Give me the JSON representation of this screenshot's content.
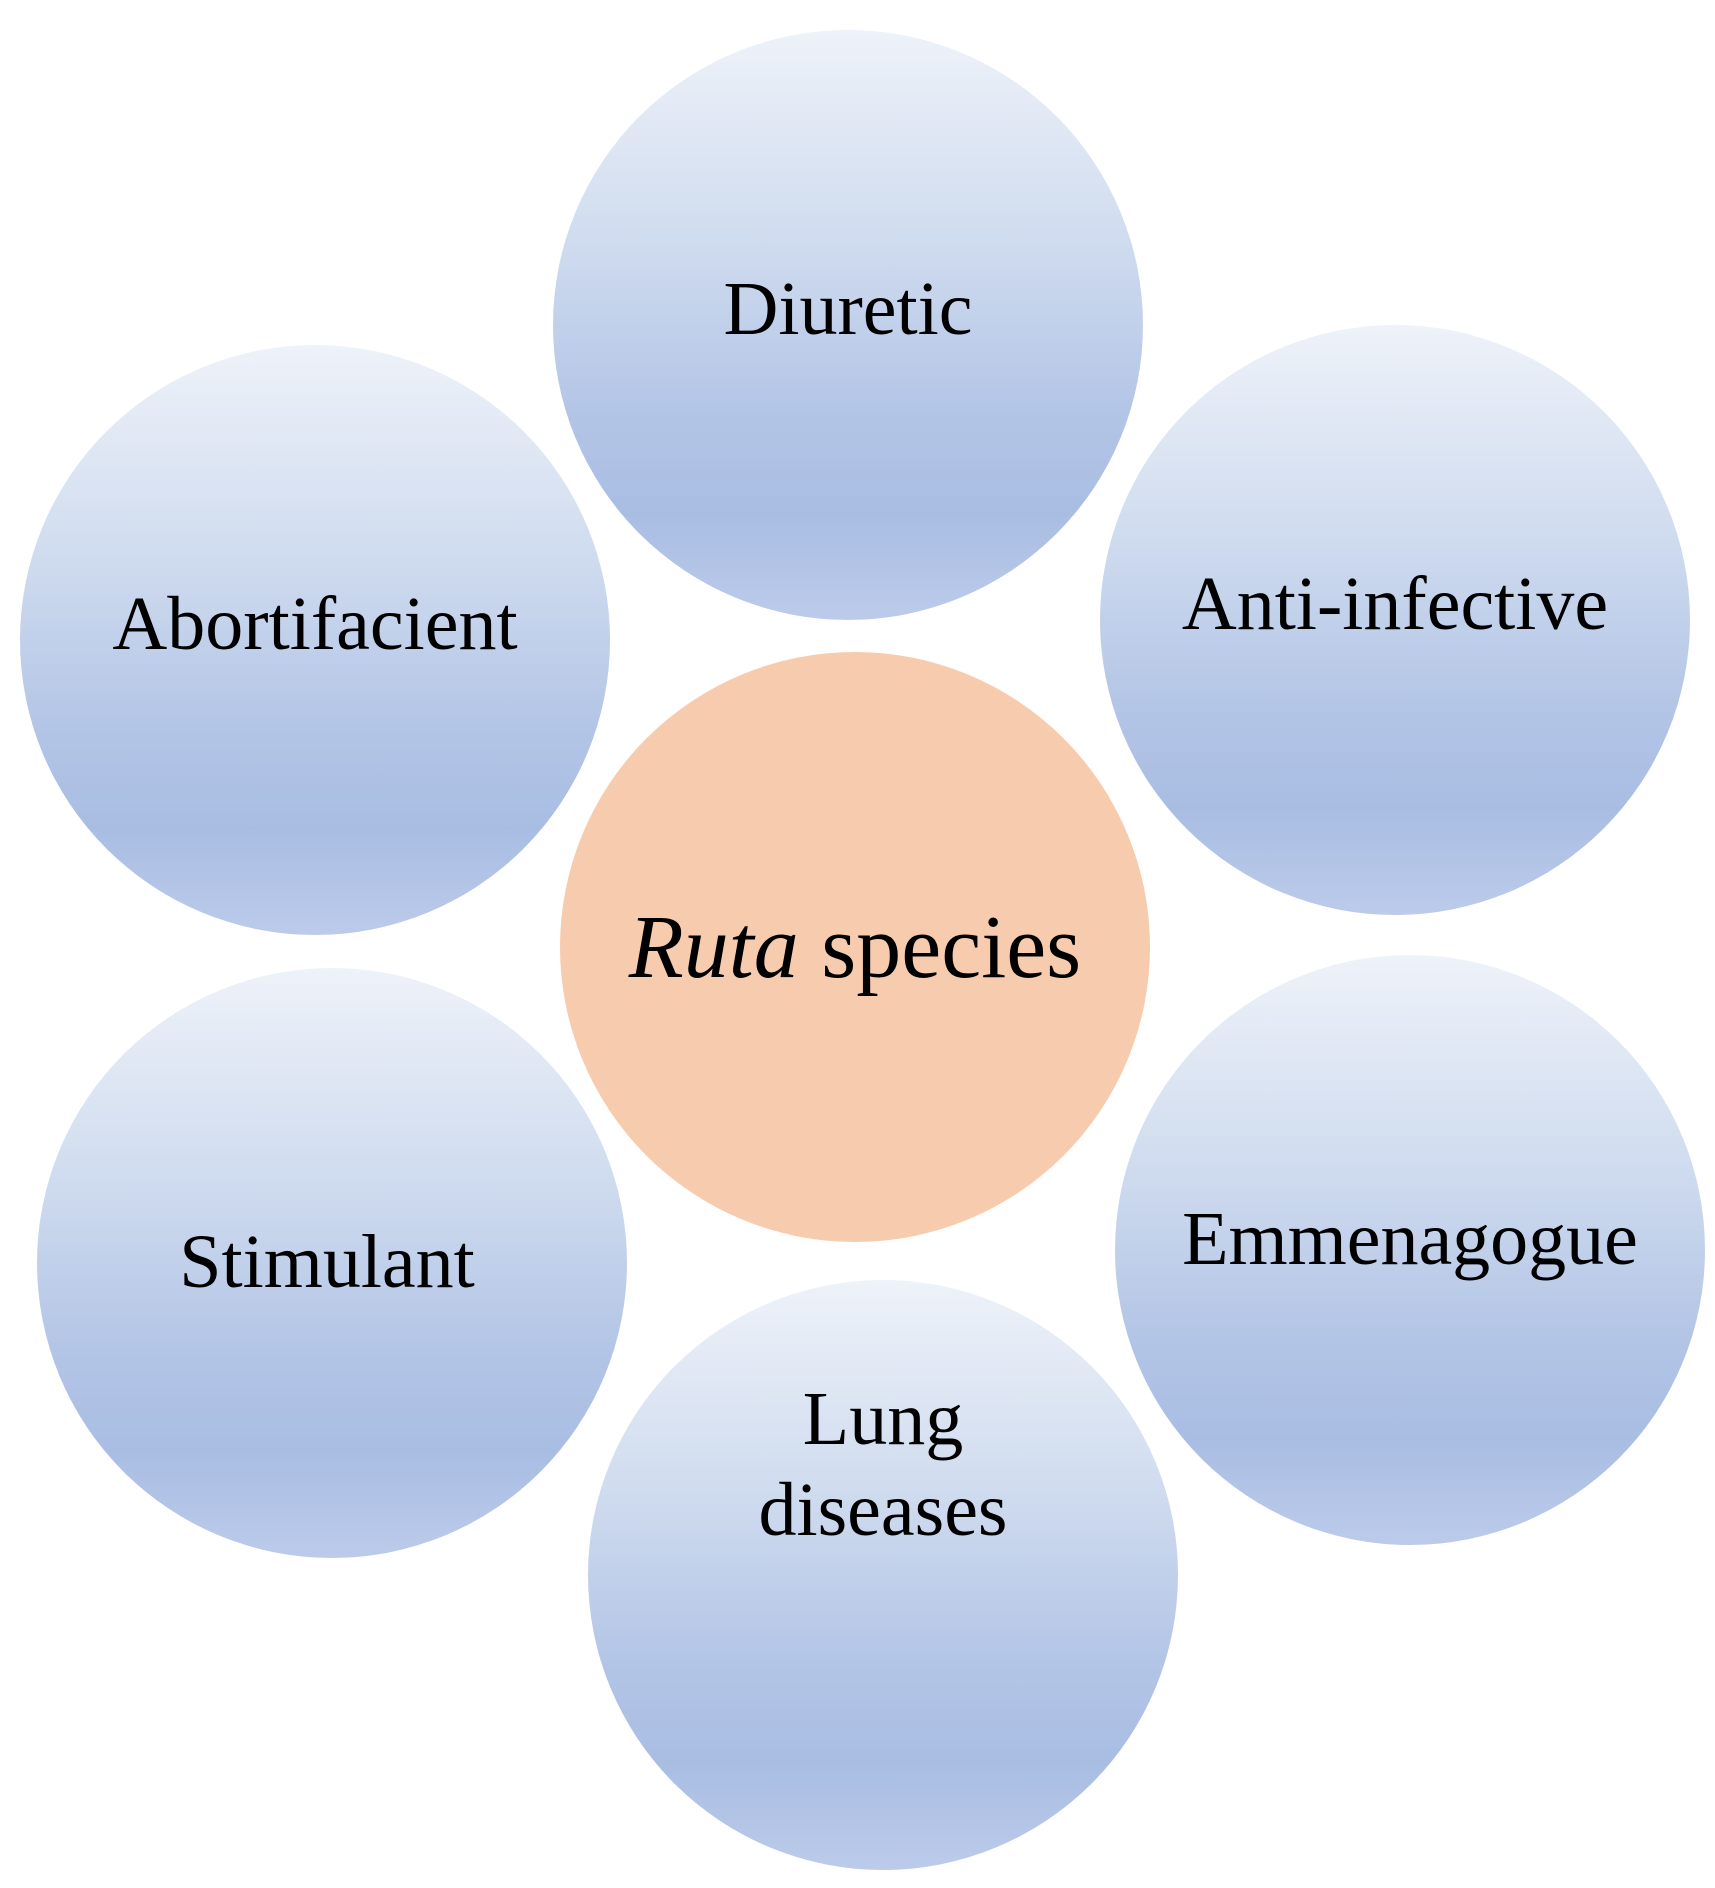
{
  "center": {
    "italic": "Ruta",
    "rest": " species",
    "color": "#f7cbad"
  },
  "items": [
    {
      "label": "Diuretic"
    },
    {
      "label": "Anti-infective"
    },
    {
      "label": "Emmenagogue"
    },
    {
      "label": "Lung",
      "label2": "diseases"
    },
    {
      "label": "Stimulant"
    },
    {
      "label": "Abortifacient"
    }
  ],
  "colors": {
    "outer_top": "#eef2f9",
    "outer_bottom": "#a9bde3"
  }
}
